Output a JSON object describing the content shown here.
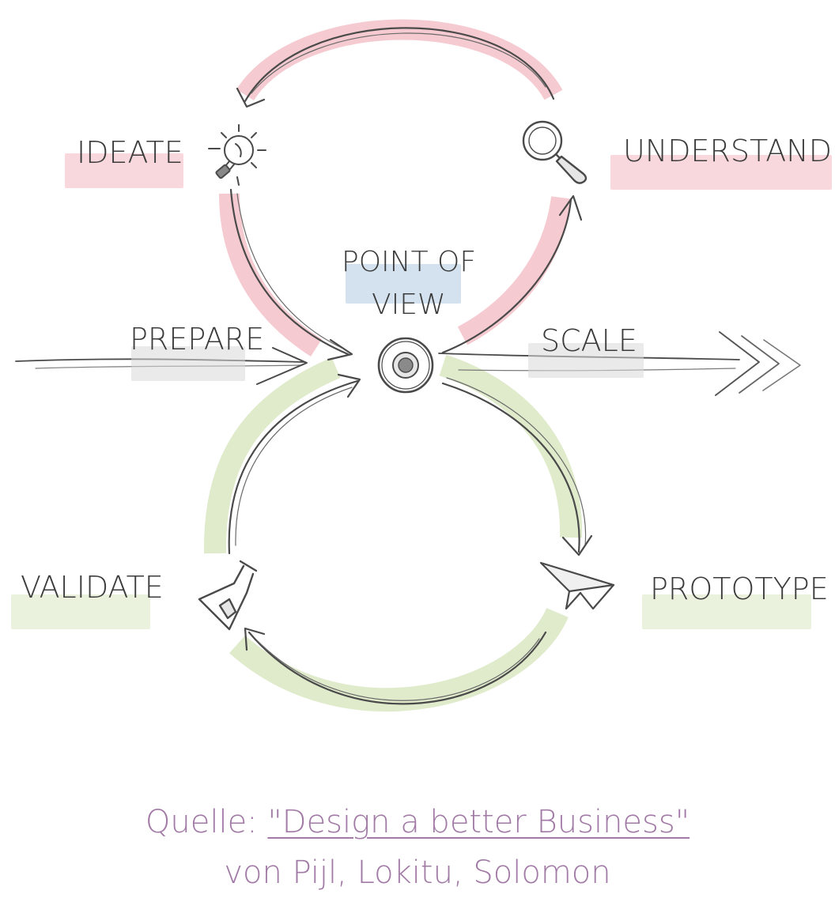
{
  "diagram": {
    "nodes": {
      "understand": "UNDERSTAND",
      "ideate": "IDEATE",
      "point_of_view_line1": "POINT OF",
      "point_of_view_line2": "VIEW",
      "prepare": "PREPARE",
      "scale": "SCALE",
      "validate": "VALIDATE",
      "prototype": "PROTOTYPE"
    },
    "icons": {
      "understand": "magnifier-icon",
      "ideate": "lightbulb-icon",
      "center": "target-icon",
      "validate": "flask-icon",
      "prototype": "paper-plane-icon"
    },
    "colors": {
      "upper_loop": "#f2b8c0",
      "lower_loop": "#d9e8c2",
      "center_highlight": "#aecbe0",
      "neutral_highlight": "#d9d9d9",
      "ink": "#3b3b3b",
      "credit": "#a27aa6"
    }
  },
  "credit": {
    "prefix": "Quelle: ",
    "title": "\"Design a better Business\"",
    "line2": "von Pijl, Lokitu, Solomon"
  }
}
